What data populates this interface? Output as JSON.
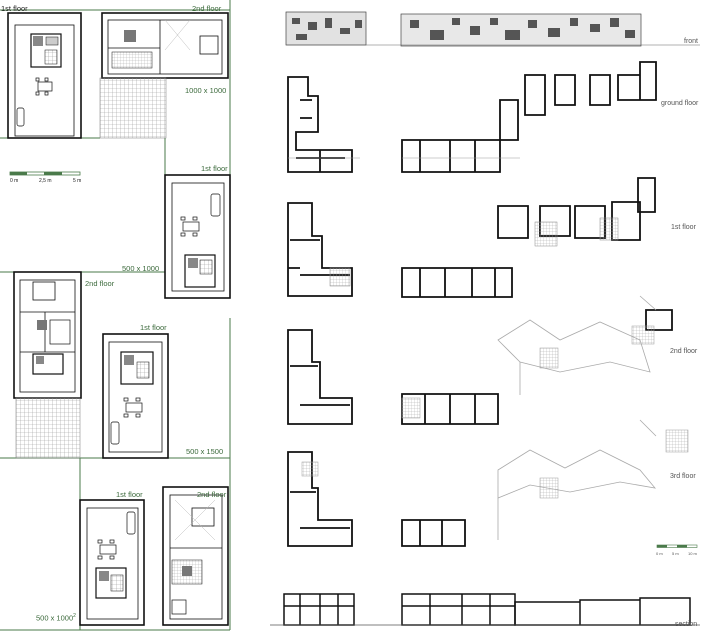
{
  "colors": {
    "line": "#111111",
    "green": "#4a7a4a",
    "hatch": "#9a9a9a",
    "light": "#bdbdbd"
  },
  "labels": {
    "a_first": "1st floor",
    "a_second": "2nd floor",
    "a_size": "1000 x 1000",
    "scale_left": {
      "zero": "0 m",
      "mid": "2,5 m",
      "end": "5 m"
    },
    "b_first": "1st floor",
    "b_size": "500 x 1000",
    "c_second": "2nd floor",
    "c_first": "1st floor",
    "c_size": "500 x 1500",
    "d_first": "1st floor",
    "d_second": "2nd floor",
    "d_size": "500 x 1000",
    "d_size_sup": "2"
  },
  "right_labels": {
    "front": "front",
    "ground": "ground floor",
    "first": "1st floor",
    "second": "2nd floor",
    "third": "3rd floor",
    "section": "section",
    "scale": {
      "zero": "0 m",
      "mid": "5 m",
      "end": "10 m"
    }
  }
}
